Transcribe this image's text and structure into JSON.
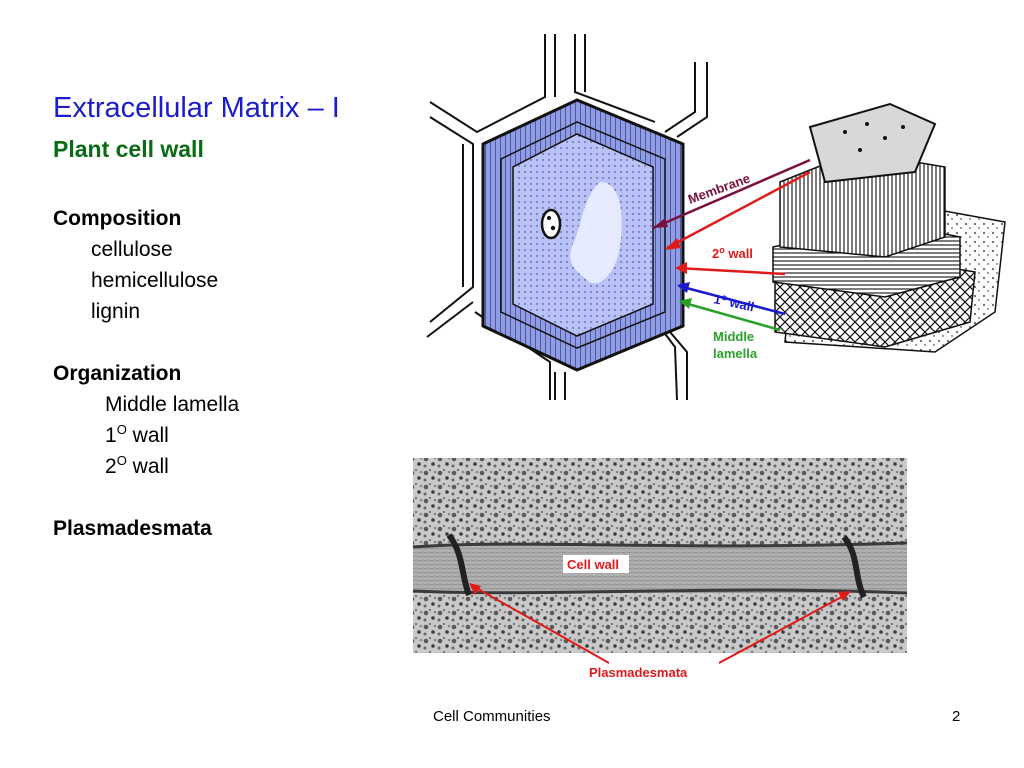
{
  "slide": {
    "title": "Extracellular Matrix – I",
    "subtitle": "Plant cell wall",
    "composition": {
      "heading": "Composition",
      "items": [
        "cellulose",
        "hemicellulose",
        "lignin"
      ]
    },
    "organization": {
      "heading": "Organization",
      "items": [
        {
          "text": "Middle lamella",
          "sup": ""
        },
        {
          "text": "1",
          "sup": "O",
          "suffix": " wall"
        },
        {
          "text": "2",
          "sup": "O",
          "suffix": " wall"
        }
      ]
    },
    "plasmadesmata_heading": "Plasmadesmata"
  },
  "diagram": {
    "label_membrane": "Membrane",
    "label_secondary_wall": "2",
    "label_secondary_wall_sup": "o",
    "label_secondary_wall_suffix": " wall",
    "label_primary_wall": "1",
    "label_primary_wall_sup": "o",
    "label_primary_wall_suffix": " wall",
    "label_middle_lamella_1": "Middle",
    "label_middle_lamella_2": "lamella",
    "colors": {
      "membrane": "#7a1040",
      "secondary_wall": "#e01a1a",
      "primary_wall": "#1a1ad0",
      "middle_lamella": "#2aa02a",
      "cell_fill": "#b8c2f8",
      "wall_fill": "#8f9ce6"
    }
  },
  "micrograph": {
    "label_cell_wall": "Cell wall",
    "label_plasmadesmata": "Plasmadesmata",
    "arrow_color": "#e01a1a"
  },
  "footer": {
    "text": "Cell Communities",
    "page": "2"
  }
}
